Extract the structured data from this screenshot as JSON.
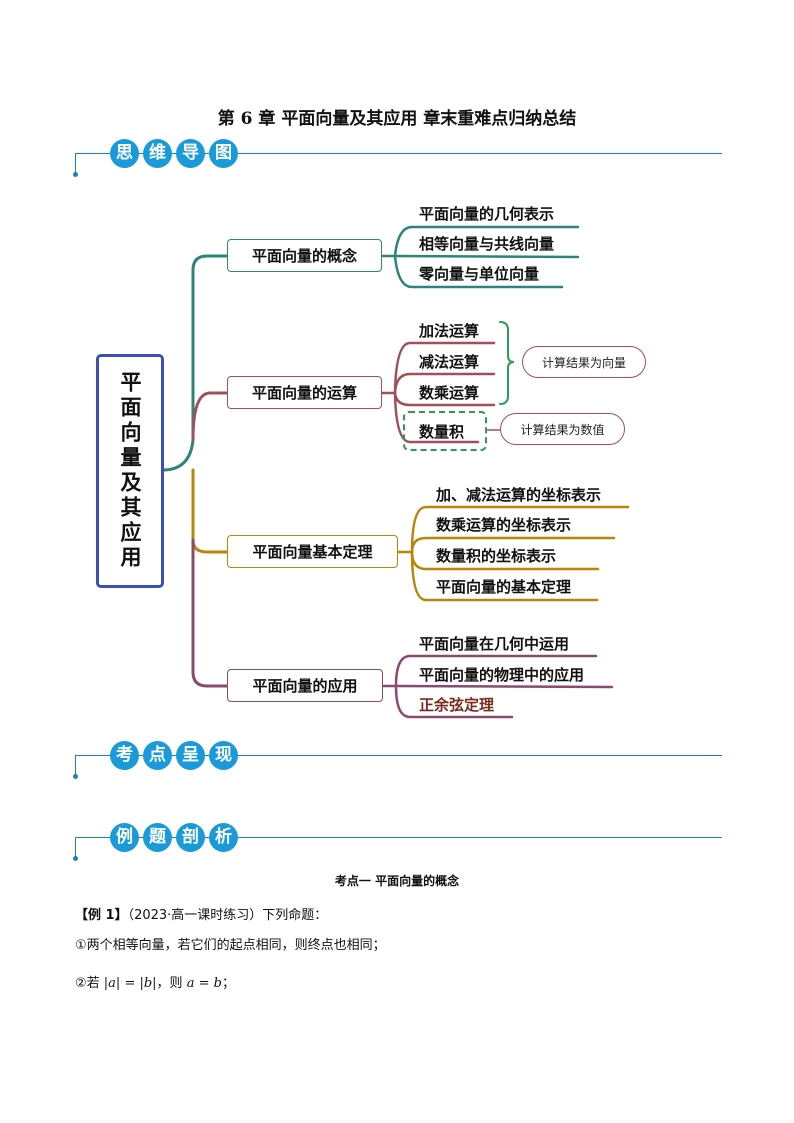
{
  "title": "第 6 章  平面向量及其应用  章末重难点归纳总结",
  "sections": {
    "mindmap": [
      "思",
      "维",
      "导",
      "图"
    ],
    "points": [
      "考",
      "点",
      "呈",
      "现"
    ],
    "examples": [
      "例",
      "题",
      "剖",
      "析"
    ]
  },
  "colors": {
    "header": "#1a9ad8",
    "root": "#3d4fb3",
    "concept": "#2e8478",
    "operation": "#a0505a",
    "theorem": "#b8860b",
    "application": "#8a4a6e",
    "bracket": "#2e9a5a"
  },
  "mindmap": {
    "root": "平面向量及其应用",
    "branches": [
      {
        "label": "平面向量的概念",
        "leaves": [
          "平面向量的几何表示",
          "相等向量与共线向量",
          "零向量与单位向量"
        ]
      },
      {
        "label": "平面向量的运算",
        "leaves": [
          "加法运算",
          "减法运算",
          "数乘运算",
          "数量积"
        ],
        "callouts": [
          "计算结果为向量",
          "计算结果为数值"
        ]
      },
      {
        "label": "平面向量基本定理",
        "leaves": [
          "加、减法运算的坐标表示",
          "数乘运算的坐标表示",
          "数量积的坐标表示",
          "平面向量的基本定理"
        ]
      },
      {
        "label": "平面向量的应用",
        "leaves": [
          "平面向量在几何中运用",
          "平面向量的物理中的应用",
          "正余弦定理"
        ]
      }
    ]
  },
  "content": {
    "subheading": "考点一  平面向量的概念",
    "example_tag": "【例 1】",
    "example_source": "（2023·高一课时练习）下列命题：",
    "item1": "①两个相等向量，若它们的起点相同，则终点也相同；",
    "item2_prefix": "②若",
    "item2_math1": "|a| = |b|",
    "item2_mid": "，则",
    "item2_math2": "a = b",
    "item2_end": "；"
  }
}
